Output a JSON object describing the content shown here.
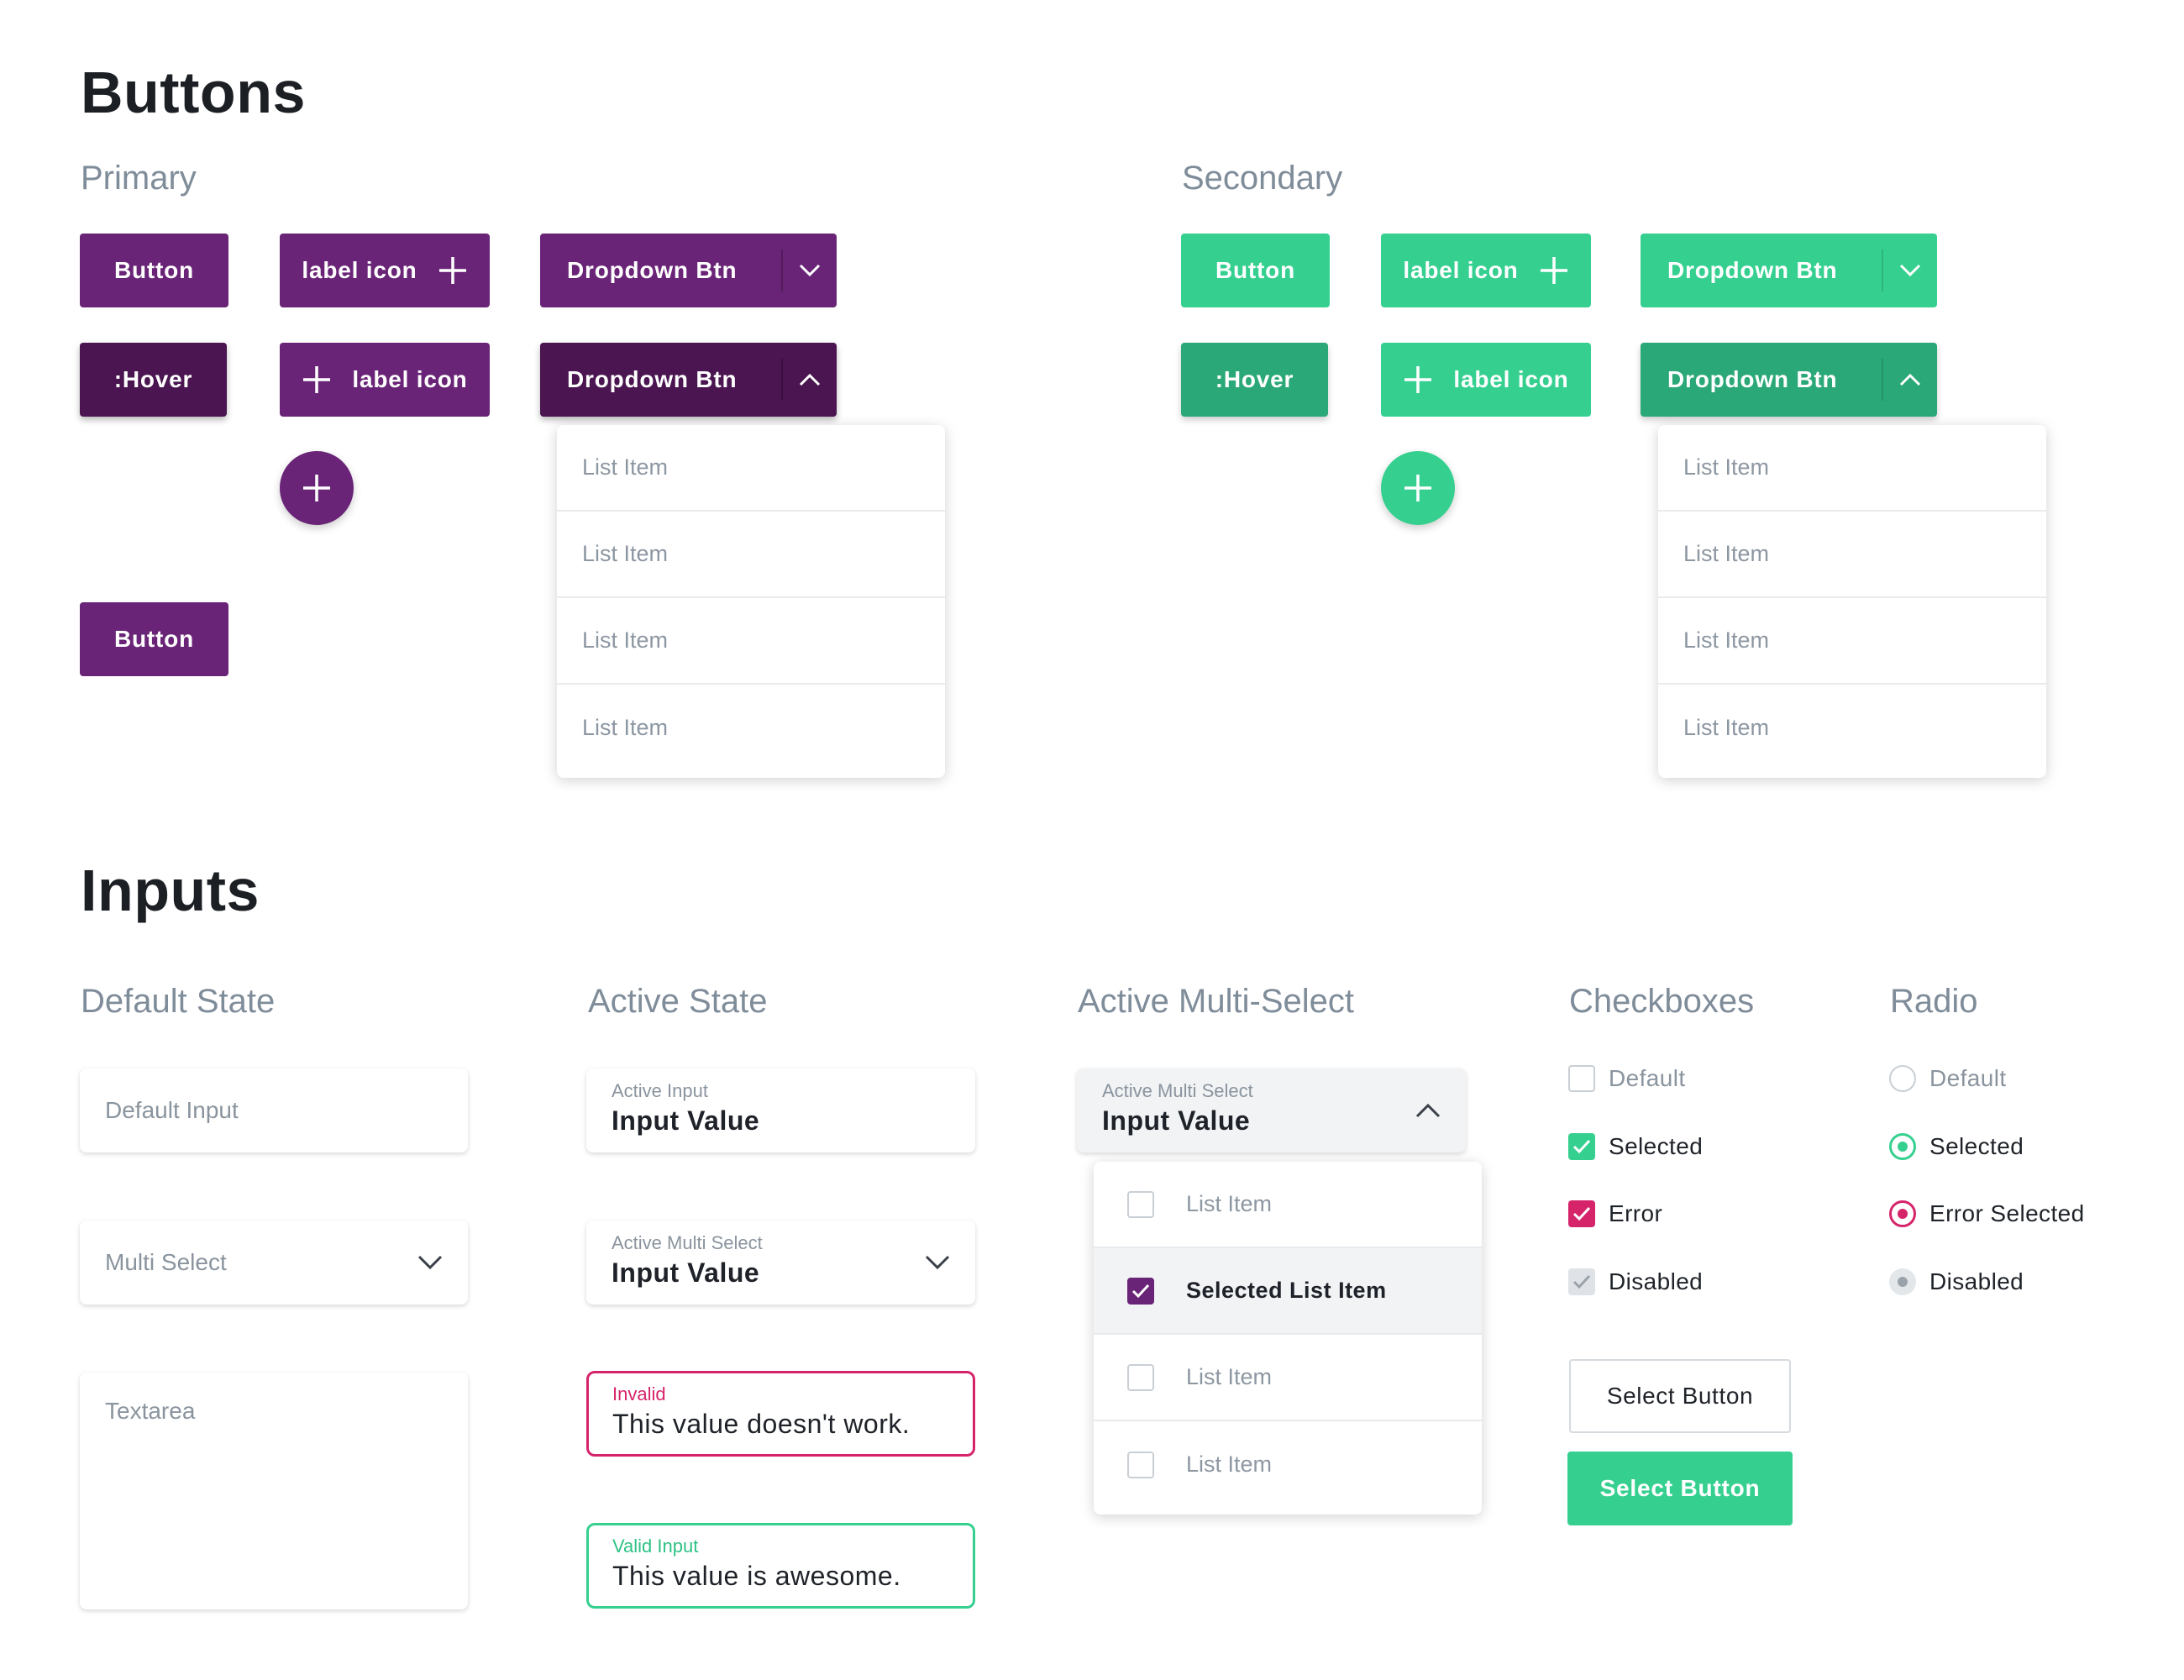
{
  "buttons": {
    "heading": "Buttons",
    "primary": {
      "heading": "Primary",
      "button": "Button",
      "label_icon": "label icon",
      "dropdown": "Dropdown Btn",
      "hover": ":Hover",
      "label_icon_2": "label icon",
      "dropdown_open": "Dropdown Btn",
      "button_2": "Button",
      "menu_items": [
        "List Item",
        "List Item",
        "List Item",
        "List Item"
      ],
      "color": "#6a2477",
      "hover_color": "#4a1550"
    },
    "secondary": {
      "heading": "Secondary",
      "button": "Button",
      "label_icon": "label icon",
      "dropdown": "Dropdown Btn",
      "hover": ":Hover",
      "label_icon_2": "label icon",
      "dropdown_open": "Dropdown Btn",
      "menu_items": [
        "List Item",
        "List Item",
        "List Item",
        "List Item"
      ],
      "color": "#35d090",
      "hover_color": "#2aa877"
    }
  },
  "inputs": {
    "heading": "Inputs",
    "default_state": {
      "heading": "Default State",
      "default_input_placeholder": "Default Input",
      "multi_select_placeholder": "Multi Select",
      "textarea_placeholder": "Textarea"
    },
    "active_state": {
      "heading": "Active State",
      "active_input": {
        "label": "Active Input",
        "value": "Input Value"
      },
      "active_multi": {
        "label": "Active Multi Select",
        "value": "Input Value"
      },
      "invalid": {
        "label": "Invalid",
        "value": "This value doesn't work.",
        "color": "#d6246b"
      },
      "valid": {
        "label": "Valid Input",
        "value": "This value is awesome.",
        "color": "#35d090"
      }
    },
    "active_multi_select": {
      "heading": "Active Multi-Select",
      "label": "Active Multi Select",
      "value": "Input Value",
      "items": [
        {
          "label": "List Item",
          "checked": false
        },
        {
          "label": "Selected List Item",
          "checked": true
        },
        {
          "label": "List Item",
          "checked": false
        },
        {
          "label": "List Item",
          "checked": false
        }
      ]
    },
    "checkboxes": {
      "heading": "Checkboxes",
      "options": [
        "Default",
        "Selected",
        "Error",
        "Disabled"
      ],
      "select_button_outline": "Select Button",
      "select_button_filled": "Select Button"
    },
    "radio": {
      "heading": "Radio",
      "options": [
        "Default",
        "Selected",
        "Error Selected",
        "Disabled"
      ]
    }
  }
}
